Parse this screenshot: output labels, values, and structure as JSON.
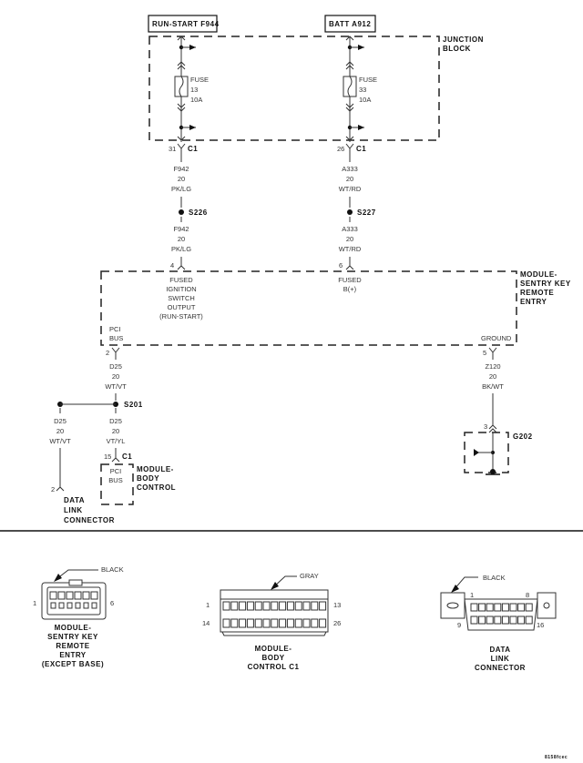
{
  "sources": {
    "left": "RUN-START F944",
    "right": "BATT A912"
  },
  "junction_block": {
    "label_line1": "JUNCTION",
    "label_line2": "BLOCK",
    "fuses": [
      {
        "label": "FUSE",
        "number": "13",
        "rating": "10A"
      },
      {
        "label": "FUSE",
        "number": "33",
        "rating": "10A"
      }
    ],
    "connector_left": {
      "pin": "31",
      "name": "C1"
    },
    "connector_right": {
      "pin": "26",
      "name": "C1"
    }
  },
  "wires": {
    "f942_upper": {
      "circuit": "F942",
      "gauge": "20",
      "color": "PK/LG"
    },
    "f942_lower": {
      "circuit": "F942",
      "gauge": "20",
      "color": "PK/LG"
    },
    "a333_upper": {
      "circuit": "A333",
      "gauge": "20",
      "color": "WT/RD"
    },
    "a333_lower": {
      "circuit": "A333",
      "gauge": "20",
      "color": "WT/RD"
    },
    "d25_upper": {
      "circuit": "D25",
      "gauge": "20",
      "color": "WT/VT"
    },
    "d25_left": {
      "circuit": "D25",
      "gauge": "20",
      "color": "WT/VT"
    },
    "d25_right": {
      "circuit": "D25",
      "gauge": "20",
      "color": "VT/YL"
    },
    "z120": {
      "circuit": "Z120",
      "gauge": "20",
      "color": "BK/WT"
    }
  },
  "splices": {
    "s226": "S226",
    "s227": "S227",
    "s201": "S201"
  },
  "skre_module": {
    "label": [
      "MODULE-",
      "SENTRY KEY",
      "REMOTE",
      "ENTRY"
    ],
    "pin_ign": "4",
    "pin_batt": "6",
    "pin_pci": "2",
    "pin_gnd": "5",
    "ign_text": [
      "FUSED",
      "IGNITION",
      "SWITCH",
      "OUTPUT",
      "(RUN-START)"
    ],
    "batt_text": [
      "FUSED",
      "B(+)"
    ],
    "pci_text": [
      "PCI",
      "BUS"
    ],
    "gnd_text": "GROUND"
  },
  "bcm": {
    "label": [
      "MODULE-",
      "BODY",
      "CONTROL"
    ],
    "pin": "15",
    "connector": "C1",
    "pci_text": [
      "PCI",
      "BUS"
    ]
  },
  "dlc": {
    "pin": "2",
    "label": [
      "DATA",
      "LINK",
      "CONNECTOR"
    ]
  },
  "ground": {
    "pin": "3",
    "name": "G202"
  },
  "connector_views": [
    {
      "color": "BLACK",
      "pin_first": "1",
      "pin_last": "6",
      "label": [
        "MODULE-",
        "SENTRY KEY",
        "REMOTE",
        "ENTRY",
        "(EXCEPT BASE)"
      ]
    },
    {
      "color": "GRAY",
      "pins_row1": [
        "1",
        "13"
      ],
      "pins_row2": [
        "14",
        "26"
      ],
      "label": [
        "MODULE-",
        "BODY",
        "CONTROL C1"
      ]
    },
    {
      "color": "BLACK",
      "pins_row1": [
        "1",
        "8"
      ],
      "pins_row2": [
        "9",
        "16"
      ],
      "label": [
        "DATA",
        "LINK",
        "CONNECTOR"
      ]
    }
  ],
  "figure_id": "8158fcec"
}
